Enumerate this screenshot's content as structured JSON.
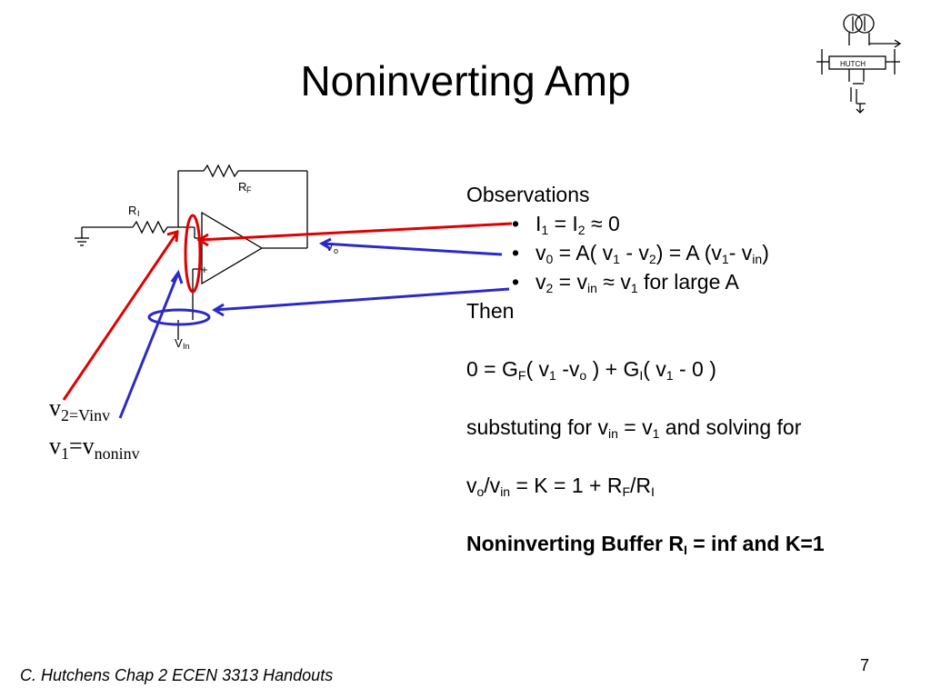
{
  "title": "Noninverting Amp",
  "logo": {
    "text": "HUTCH"
  },
  "circuit": {
    "rf_label": "R",
    "rf_sub": "F",
    "ri_label": "R",
    "ri_sub": "I",
    "vo_label": "V",
    "vo_sub": "o",
    "vin_label": "V",
    "vin_sub": "In",
    "minus": "−",
    "plus": "+",
    "colors": {
      "red": "#e00000",
      "blue": "#2a2ac8"
    }
  },
  "left_labels": {
    "v2_main": "v",
    "v2_sub": "2=Vinv",
    "v1_main": "v",
    "v1_sub": "1",
    "v1_eq": "=v",
    "v1_eq_sub": "noninv"
  },
  "observations": {
    "heading": "Observations",
    "bullets": {
      "b1": {
        "a": "I",
        "a_sub": "1",
        "mid": " = I",
        "b_sub": "2",
        "end": " ≈ 0"
      },
      "b2": {
        "a": "v",
        "a_sub": "0",
        "mid": " = A( v",
        "m_sub1": "1",
        "mid2": " - v",
        "m_sub2": "2",
        "mid3": ") = A (v",
        "m_sub3": "1",
        "mid4": "- v",
        "m_sub4": "in",
        "end": ")"
      },
      "b3": {
        "a": "v",
        "a_sub": "2",
        "mid": " = v",
        "m_sub1": "in",
        "mid2": " ≈ v",
        "m_sub2": "1",
        "end": " for large A"
      }
    },
    "then": "Then",
    "eq1": {
      "p1": "0 = G",
      "s1": "F",
      "p2": "( v",
      "s2": "1",
      "p3": " -v",
      "s3": "o",
      "p4": " ) + G",
      "s4": "I",
      "p5": "( v",
      "s5": "1",
      "p6": " - 0 )"
    },
    "subst": {
      "p1": "substuting for v",
      "s1": "in",
      "p2": " = v",
      "s2": "1",
      "p3": " and solving for"
    },
    "eq2": {
      "p1": "v",
      "s1": "o",
      "p2": "/v",
      "s2": "in",
      "p3": " = K = 1 + R",
      "s3": "F",
      "p4": "/R",
      "s4": "I"
    },
    "buffer": {
      "p1": "Noninverting Buffer R",
      "s1": "I",
      "p2": " = inf and K=1"
    }
  },
  "footer": "C. Hutchens Chap 2 ECEN 3313 Handouts",
  "page_number": "7"
}
